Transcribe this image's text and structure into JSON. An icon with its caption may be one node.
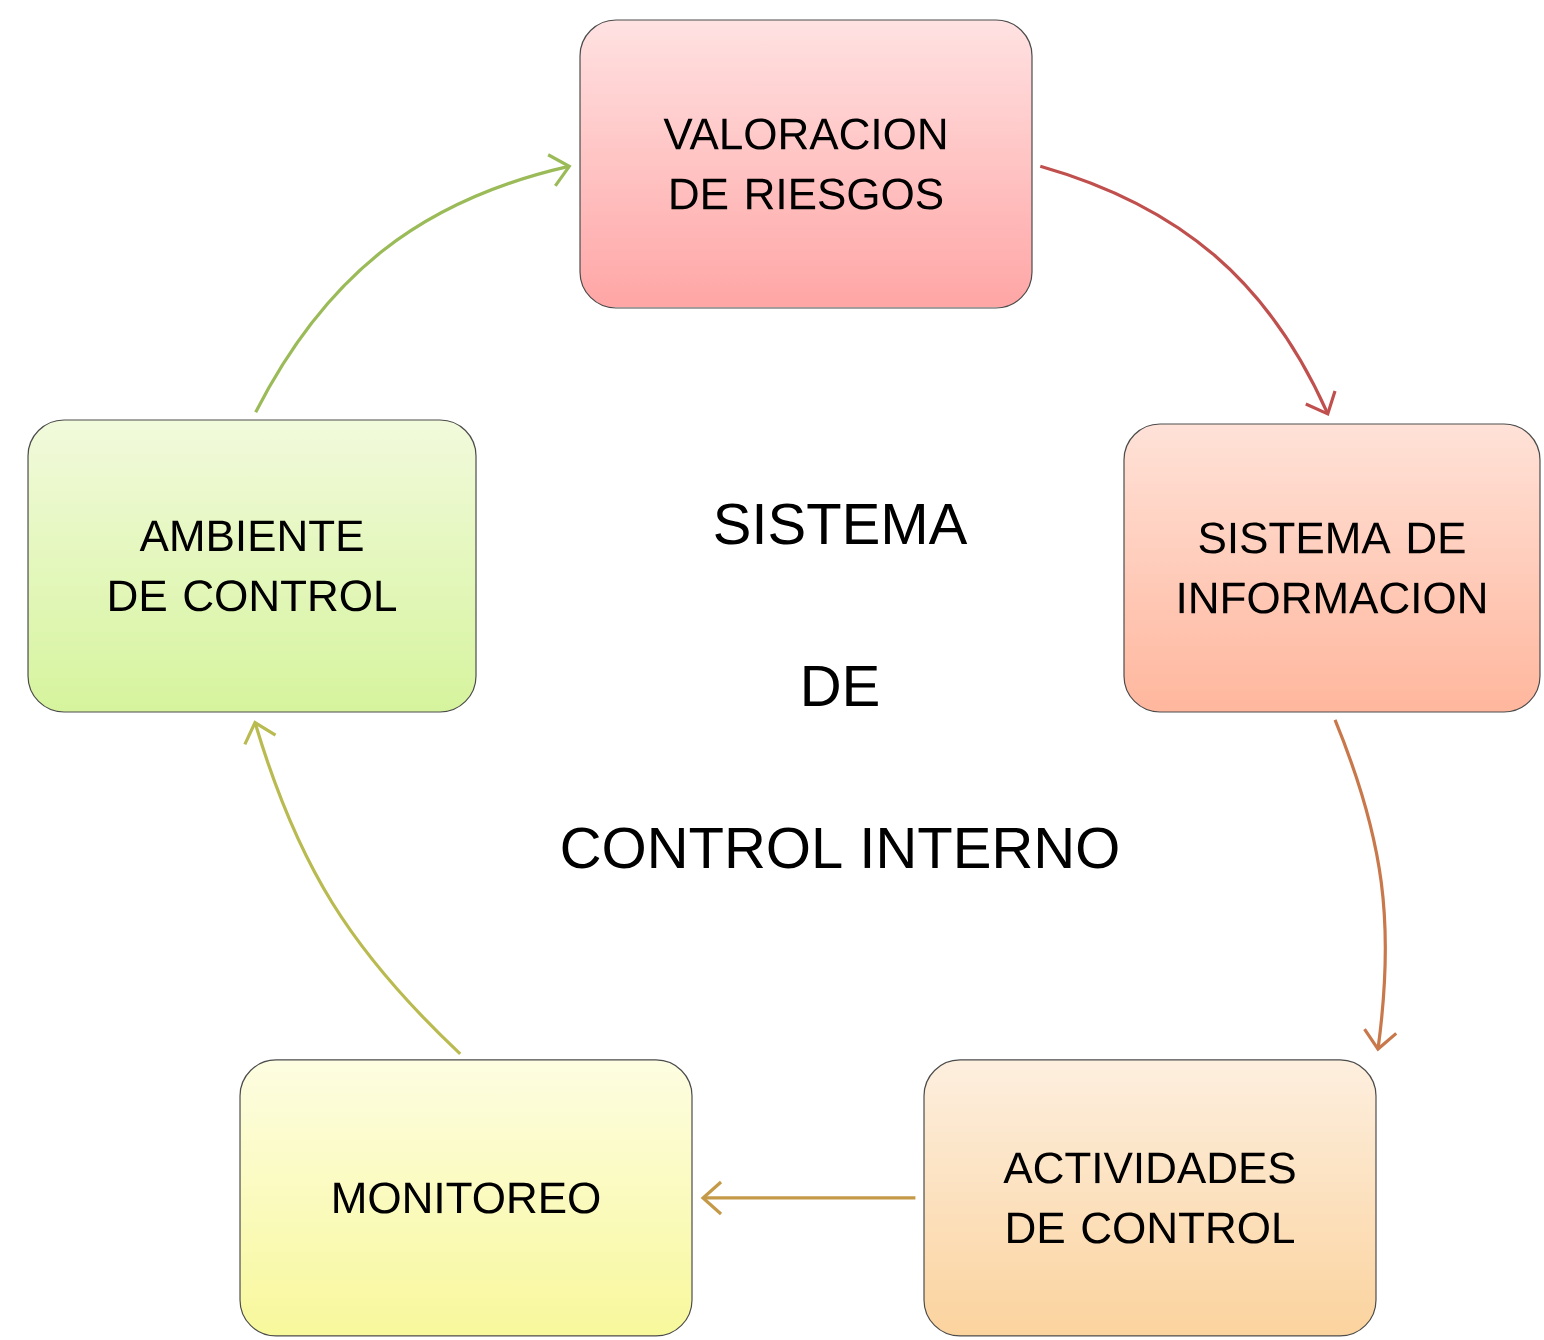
{
  "diagram": {
    "nodes": [
      {
        "text": [
          "VALORACION DE RIESGOS"
        ]
      },
      {
        "text": [
          "SISTEMA DE INFORMACION"
        ]
      },
      {
        "text": [
          "ACTIVIDADES DE CONTROL"
        ]
      },
      {
        "text": [
          "MONITOREO"
        ]
      },
      {
        "text": [
          "AMBIENTE DE CONTROL"
        ]
      }
    ],
    "edges": [
      {
        "from": 4,
        "to": 0,
        "arrow": "to",
        "color": "#9bbb59"
      },
      {
        "from": 0,
        "to": 1,
        "arrow": "to",
        "color": "#c0504d"
      },
      {
        "from": 1,
        "to": 2,
        "arrow": "to",
        "color": "#c8784a"
      },
      {
        "from": 2,
        "to": 3,
        "arrow": "to",
        "color": "#c49a48"
      },
      {
        "from": 3,
        "to": 4,
        "arrow": "to",
        "color": "#b9ba50"
      }
    ],
    "labels": [
      "SISTEMA",
      "DE",
      "CONTROL INTERNO"
    ]
  }
}
